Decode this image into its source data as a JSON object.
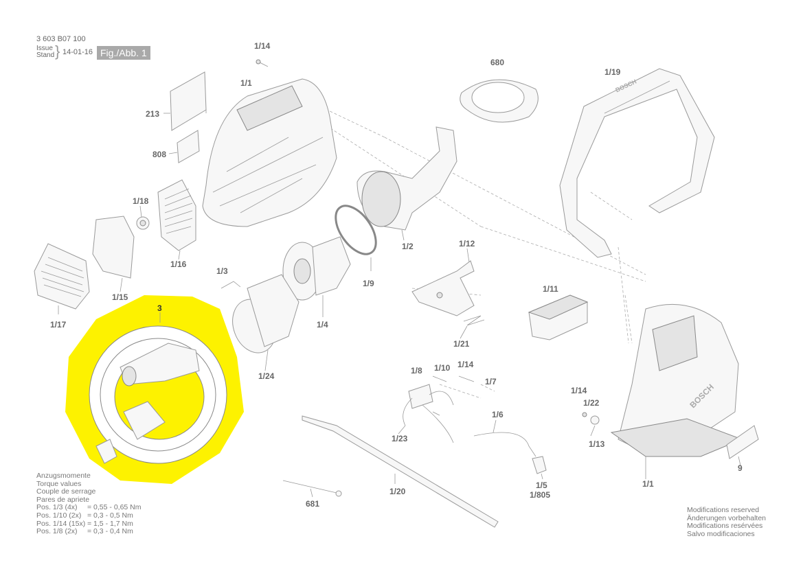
{
  "header": {
    "doc_number": "3 603 B07 100",
    "issue_label": "Issue",
    "stand_label": "Stand",
    "issue_date": "14-01-16",
    "figure_label": "Fig./Abb. 1"
  },
  "highlight_color": "#fdf200",
  "part_labels": {
    "p1_14_top": "1/14",
    "p680": "680",
    "p1_19": "1/19",
    "p1_1_top": "1/1",
    "p213": "213",
    "p808": "808",
    "p1_18": "1/18",
    "p1_16": "1/16",
    "p1_15": "1/15",
    "p1_17": "1/17",
    "p1_3": "1/3",
    "p1_2": "1/2",
    "p1_9": "1/9",
    "p1_4": "1/4",
    "p1_12": "1/12",
    "p1_11": "1/11",
    "p1_21": "1/21",
    "p3": "3",
    "p1_24": "1/24",
    "p1_8": "1/8",
    "p1_10": "1/10",
    "p1_14_mid": "1/14",
    "p1_7": "1/7",
    "p1_14_right": "1/14",
    "p1_22": "1/22",
    "p1_13": "1/13",
    "p1_6": "1/6",
    "p1_23": "1/23",
    "p1_5": "1/5",
    "p1_805": "1/805",
    "p1_20": "1/20",
    "p681": "681",
    "p1_1_bottom": "1/1",
    "p9": "9"
  },
  "torque": {
    "lines": [
      "Anzugsmomente",
      "Torque values",
      "Couple de serrage",
      "Pares de apriete"
    ],
    "rows": [
      {
        "pos": "Pos. 1/3 (4x)",
        "value": "= 0,55 - 0,65 Nm"
      },
      {
        "pos": "Pos. 1/10 (2x)",
        "value": "= 0,3 - 0,5 Nm"
      },
      {
        "pos": "Pos. 1/14 (15x)",
        "value": "= 1,5 - 1,7 Nm"
      },
      {
        "pos": "Pos. 1/8 (2x)",
        "value": "= 0,3 - 0,4 Nm"
      }
    ]
  },
  "modifications": [
    "Modifications reserved",
    "Änderungen vorbehalten",
    "Modifications resérvées",
    "Salvo modificaciones"
  ],
  "brand_marks": [
    "BOSCH",
    "BOSCH"
  ]
}
